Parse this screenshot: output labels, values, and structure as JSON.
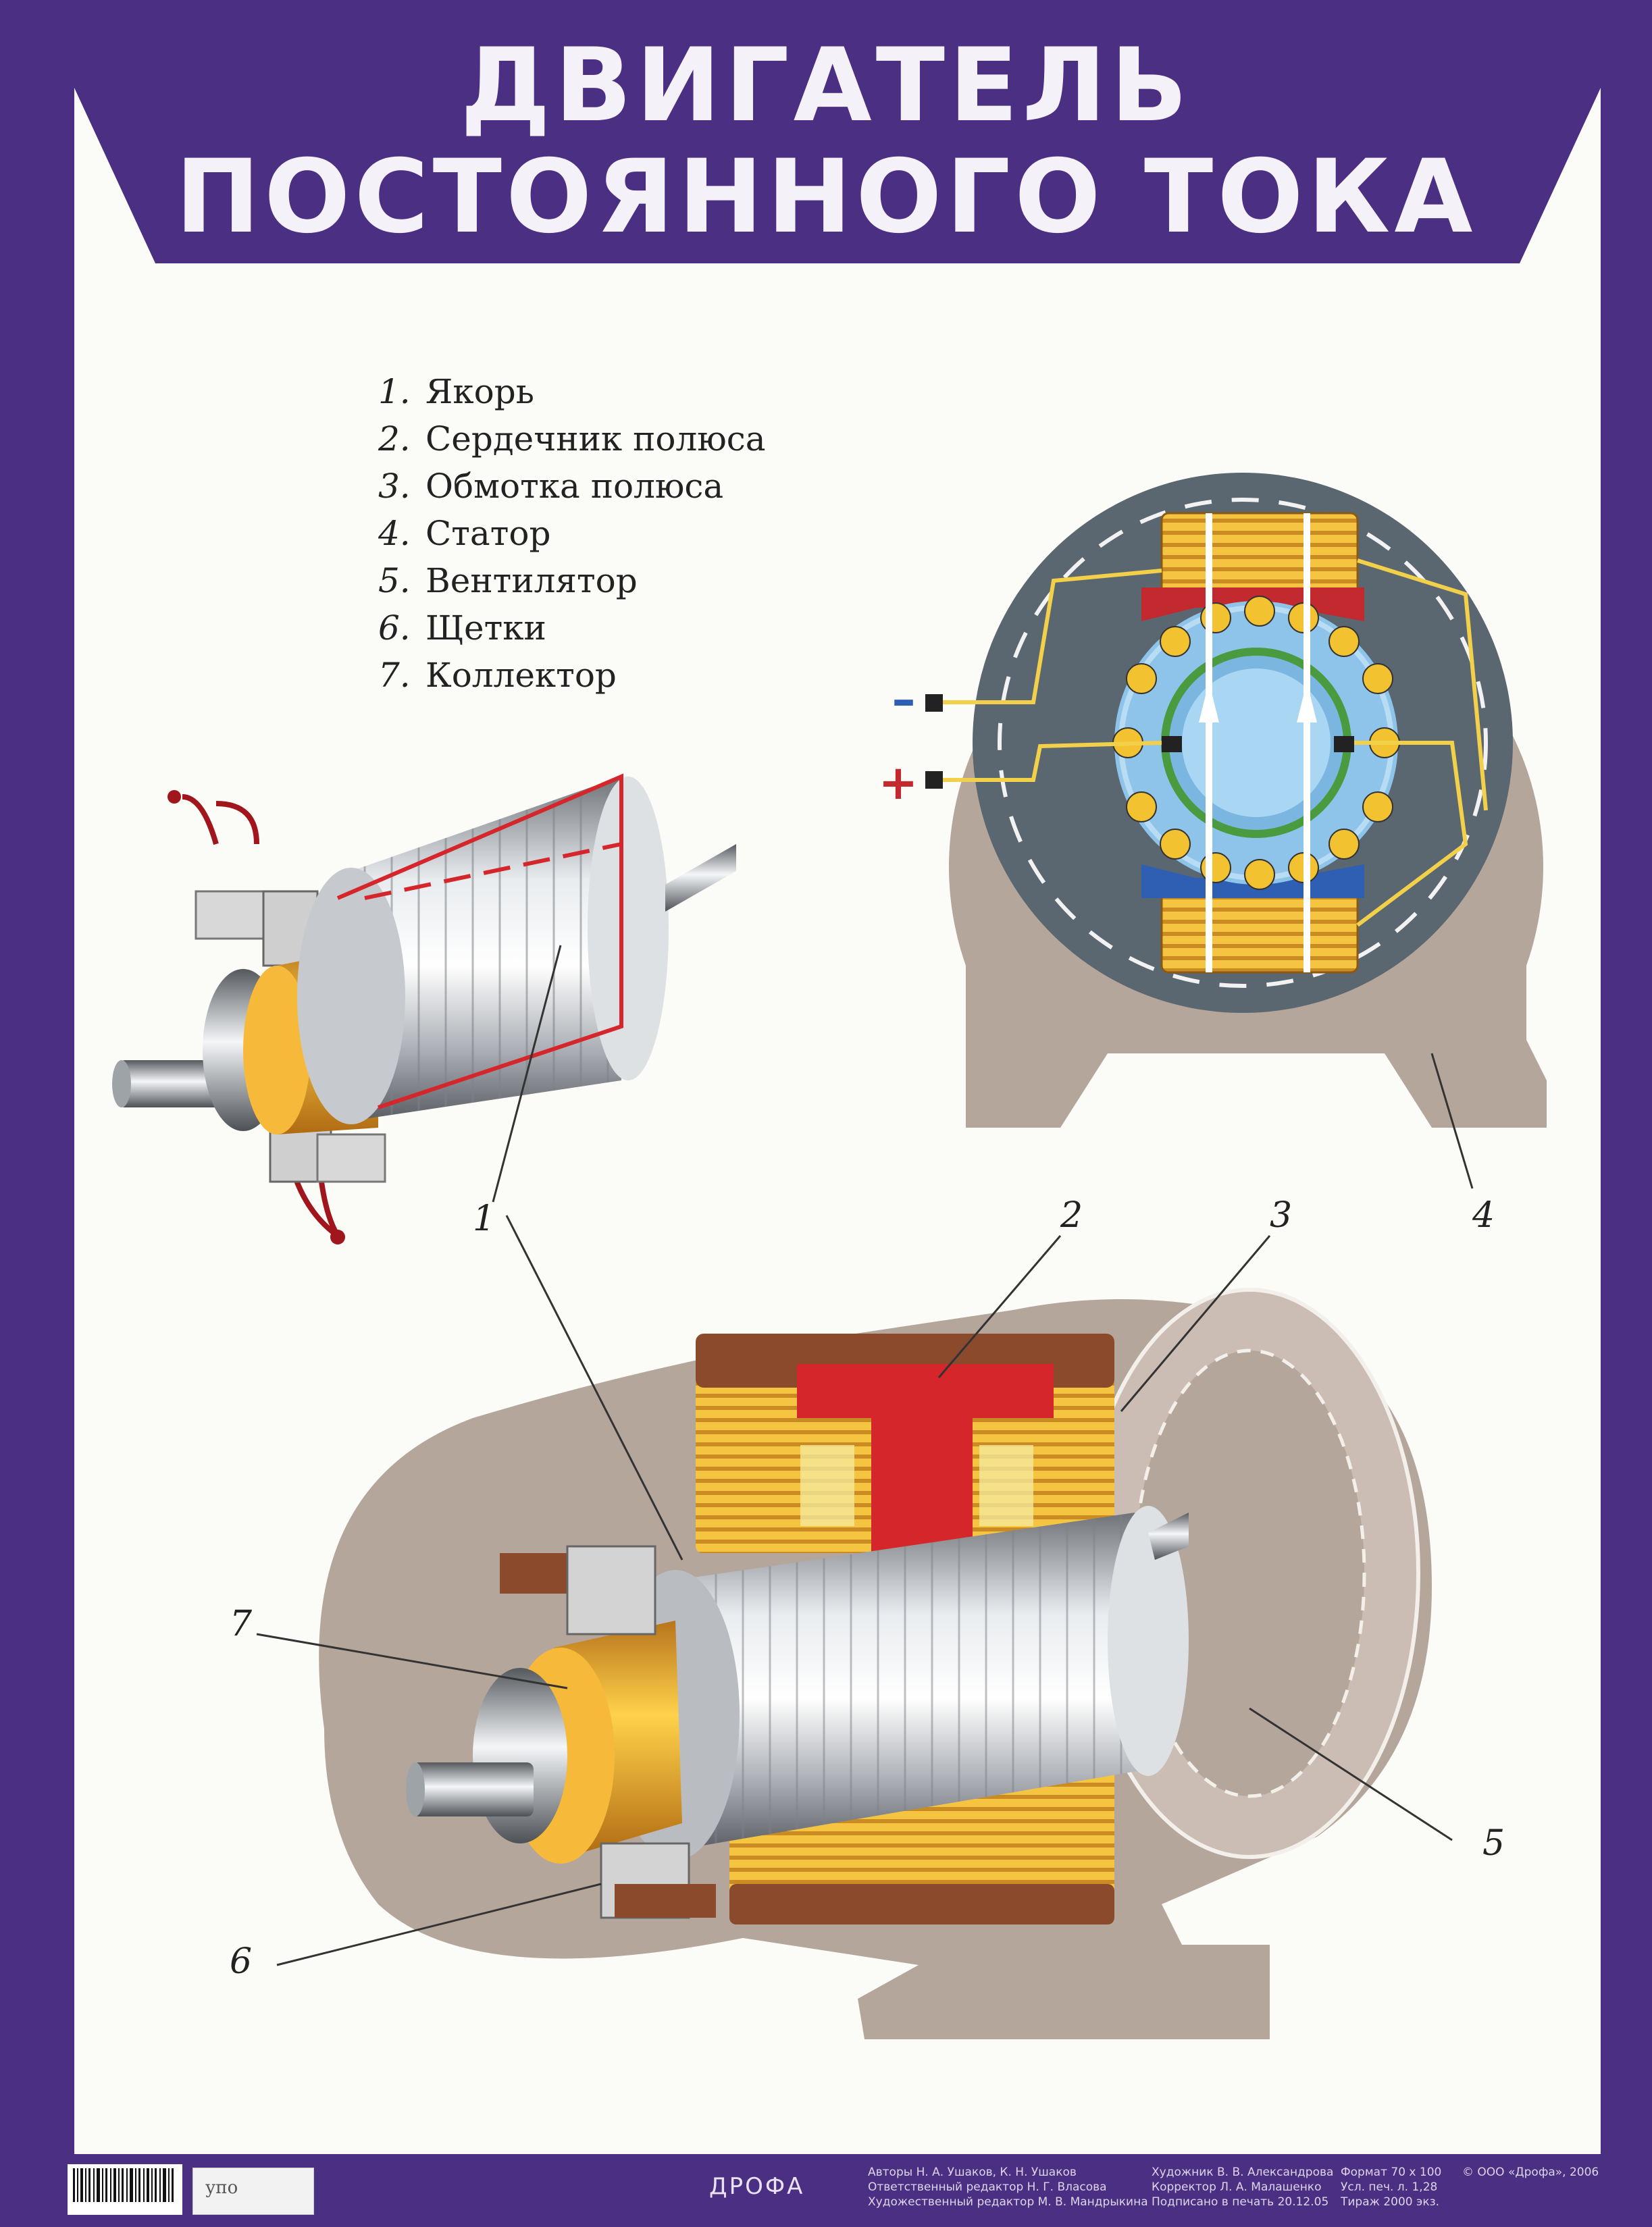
{
  "title": {
    "line1": "ДВИГАТЕЛЬ",
    "line2": "ПОСТОЯННОГО ТОКА"
  },
  "legend": [
    {
      "num": "1.",
      "label": "Якорь"
    },
    {
      "num": "2.",
      "label": "Сердечник полюса"
    },
    {
      "num": "3.",
      "label": "Обмотка полюса"
    },
    {
      "num": "4.",
      "label": "Статор"
    },
    {
      "num": "5.",
      "label": "Вентилятор"
    },
    {
      "num": "6.",
      "label": "Щетки"
    },
    {
      "num": "7.",
      "label": "Коллектор"
    }
  ],
  "callouts": {
    "c1": "1",
    "c2": "2",
    "c3": "3",
    "c4": "4",
    "c5": "5",
    "c6": "6",
    "c7": "7"
  },
  "polarity": {
    "minus": "–",
    "plus": "+"
  },
  "footer": {
    "sticker": "упо",
    "brand": "ДРОФА",
    "credits_col1": [
      "Авторы Н. А. Ушаков, К. Н. Ушаков",
      "Ответственный редактор Н. Г. Власова",
      "Художественный редактор М. В. Мандрыкина"
    ],
    "credits_col2": [
      "Художник В. В. Александрова",
      "Корректор Л. А. Малашенко",
      "Подписано в печать 20.12.05"
    ],
    "credits_col3": [
      "Формат 70 х 100",
      "Усл. печ. л. 1,28",
      "Тираж 2000 экз."
    ],
    "copyright": "© ООО «Дрофа», 2006"
  },
  "colors": {
    "banner": "#4b2f82",
    "red": "#d4262b",
    "blue": "#2f5fb3",
    "yellow": "#f2c230",
    "stator": "#b5a69c"
  }
}
